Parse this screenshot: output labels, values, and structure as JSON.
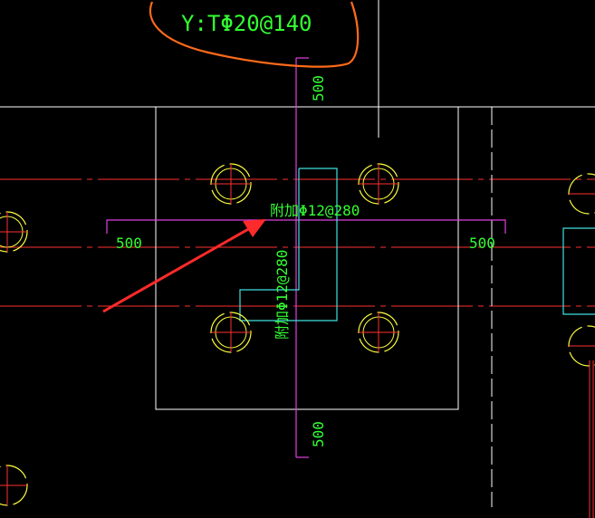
{
  "title_annotation": "Y:TΦ20@140",
  "labels": {
    "dim_top": "500",
    "dim_bottom": "500",
    "dim_left": "500",
    "dim_right": "500",
    "rebar_horizontal": "附加Φ12@280",
    "rebar_vertical": "附加Φ12@280"
  },
  "colors": {
    "background": "#000000",
    "text_green": "#33ff33",
    "grid_red": "#ff3030",
    "magenta": "#e040e0",
    "cyan": "#40e0e0",
    "yellow": "#ffff40",
    "white": "#ffffff",
    "orange_mark": "#ff6a1a",
    "arrow_red": "#ff2a2a"
  },
  "icons": {
    "pile": "pile-circle-icon",
    "arrow": "pointer-arrow-icon"
  }
}
